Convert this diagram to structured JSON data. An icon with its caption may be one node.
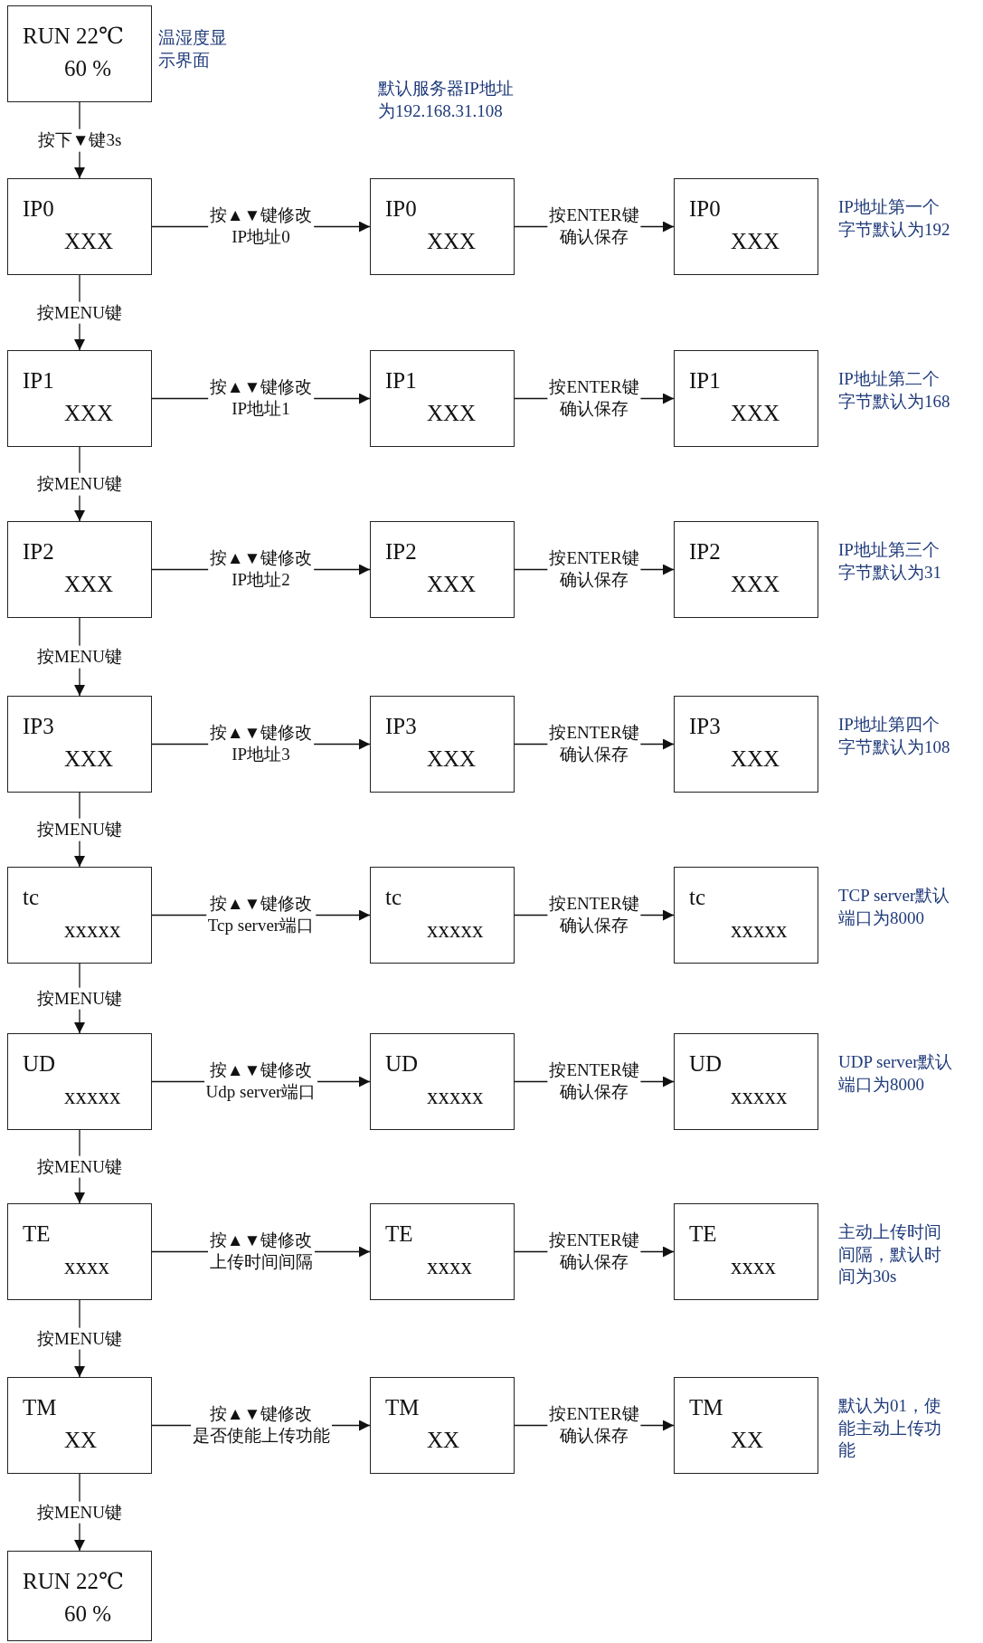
{
  "diagram": {
    "nodes": [
      {
        "text": [
          "RUN 22℃",
          "60 %"
        ],
        "beside": [
          "温湿度显示界面"
        ]
      },
      {
        "text": [
          "IP0",
          "XXX"
        ]
      },
      {
        "text": [
          "IP0",
          "XXX"
        ]
      },
      {
        "text": [
          "IP0",
          "XXX"
        ],
        "beside": [
          "IP地址第一个字节默认为192"
        ]
      },
      {
        "text": [
          "IP1",
          "XXX"
        ]
      },
      {
        "text": [
          "IP1",
          "XXX"
        ]
      },
      {
        "text": [
          "IP1",
          "XXX"
        ],
        "beside": [
          "IP地址第二个字节默认为168"
        ]
      },
      {
        "text": [
          "IP2",
          "XXX"
        ]
      },
      {
        "text": [
          "IP2",
          "XXX"
        ]
      },
      {
        "text": [
          "IP2",
          "XXX"
        ],
        "beside": [
          "IP地址第三个字节默认为31"
        ]
      },
      {
        "text": [
          "IP3",
          "XXX"
        ]
      },
      {
        "text": [
          "IP3",
          "XXX"
        ]
      },
      {
        "text": [
          "IP3",
          "XXX"
        ],
        "beside": [
          "IP地址第四个字节默认为108"
        ]
      },
      {
        "text": [
          "tc",
          "xxxxx"
        ]
      },
      {
        "text": [
          "tc",
          "xxxxx"
        ]
      },
      {
        "text": [
          "tc",
          "xxxxx"
        ],
        "beside": [
          "TCP server默认端口为8000"
        ]
      },
      {
        "text": [
          "UD",
          "xxxxx"
        ]
      },
      {
        "text": [
          "UD",
          "xxxxx"
        ]
      },
      {
        "text": [
          "UD",
          "xxxxx"
        ],
        "beside": [
          "UDP server默认端口为8000"
        ]
      },
      {
        "text": [
          "TE",
          "xxxx"
        ]
      },
      {
        "text": [
          "TE",
          "xxxx"
        ]
      },
      {
        "text": [
          "TE",
          "xxxx"
        ],
        "beside": [
          "主动上传时间间隔，默认时间为30s"
        ]
      },
      {
        "text": [
          "TM",
          "XX"
        ]
      },
      {
        "text": [
          "TM",
          "XX"
        ]
      },
      {
        "text": [
          "TM",
          "XX"
        ],
        "beside": [
          "默认为01，使能主动上传功能"
        ]
      },
      {
        "text": [
          "RUN 22℃",
          "60 %"
        ]
      }
    ],
    "edges": [
      {
        "from": 0,
        "to": 1,
        "arrow": "to",
        "label": "按下▼键3s"
      },
      {
        "from": 1,
        "to": 2,
        "arrow": "to",
        "label": "按▲▼键修改IP地址0"
      },
      {
        "from": 2,
        "to": 3,
        "arrow": "to",
        "label": "按ENTER键确认保存"
      },
      {
        "from": 1,
        "to": 4,
        "arrow": "to",
        "label": "按MENU键"
      },
      {
        "from": 4,
        "to": 5,
        "arrow": "to",
        "label": "按▲▼键修改IP地址1"
      },
      {
        "from": 5,
        "to": 6,
        "arrow": "to",
        "label": "按ENTER键确认保存"
      },
      {
        "from": 4,
        "to": 7,
        "arrow": "to",
        "label": "按MENU键"
      },
      {
        "from": 7,
        "to": 8,
        "arrow": "to",
        "label": "按▲▼键修改IP地址2"
      },
      {
        "from": 8,
        "to": 9,
        "arrow": "to",
        "label": "按ENTER键确认保存"
      },
      {
        "from": 7,
        "to": 10,
        "arrow": "to",
        "label": "按MENU键"
      },
      {
        "from": 10,
        "to": 11,
        "arrow": "to",
        "label": "按▲▼键修改IP地址3"
      },
      {
        "from": 11,
        "to": 12,
        "arrow": "to",
        "label": "按ENTER键确认保存"
      },
      {
        "from": 10,
        "to": 13,
        "arrow": "to",
        "label": "按MENU键"
      },
      {
        "from": 13,
        "to": 14,
        "arrow": "to",
        "label": "按▲▼键修改Tcp server端口"
      },
      {
        "from": 14,
        "to": 15,
        "arrow": "to",
        "label": "按ENTER键确认保存"
      },
      {
        "from": 13,
        "to": 16,
        "arrow": "to",
        "label": "按MENU键"
      },
      {
        "from": 16,
        "to": 17,
        "arrow": "to",
        "label": "按▲▼键修改Udp server端口"
      },
      {
        "from": 17,
        "to": 18,
        "arrow": "to",
        "label": "按ENTER键确认保存"
      },
      {
        "from": 16,
        "to": 19,
        "arrow": "to",
        "label": "按MENU键"
      },
      {
        "from": 19,
        "to": 20,
        "arrow": "to",
        "label": "按▲▼键修改上传时间间隔"
      },
      {
        "from": 20,
        "to": 21,
        "arrow": "to",
        "label": "按ENTER键确认保存"
      },
      {
        "from": 19,
        "to": 22,
        "arrow": "to",
        "label": "按MENU键"
      },
      {
        "from": 22,
        "to": 23,
        "arrow": "to",
        "label": "按▲▼键修改是否使能上传功能"
      },
      {
        "from": 23,
        "to": 24,
        "arrow": "to",
        "label": "按ENTER键确认保存"
      },
      {
        "from": 22,
        "to": 25,
        "arrow": "to",
        "label": "按MENU键"
      }
    ],
    "labels": [
      "默认服务器IP地址为192.168.31.108"
    ]
  }
}
